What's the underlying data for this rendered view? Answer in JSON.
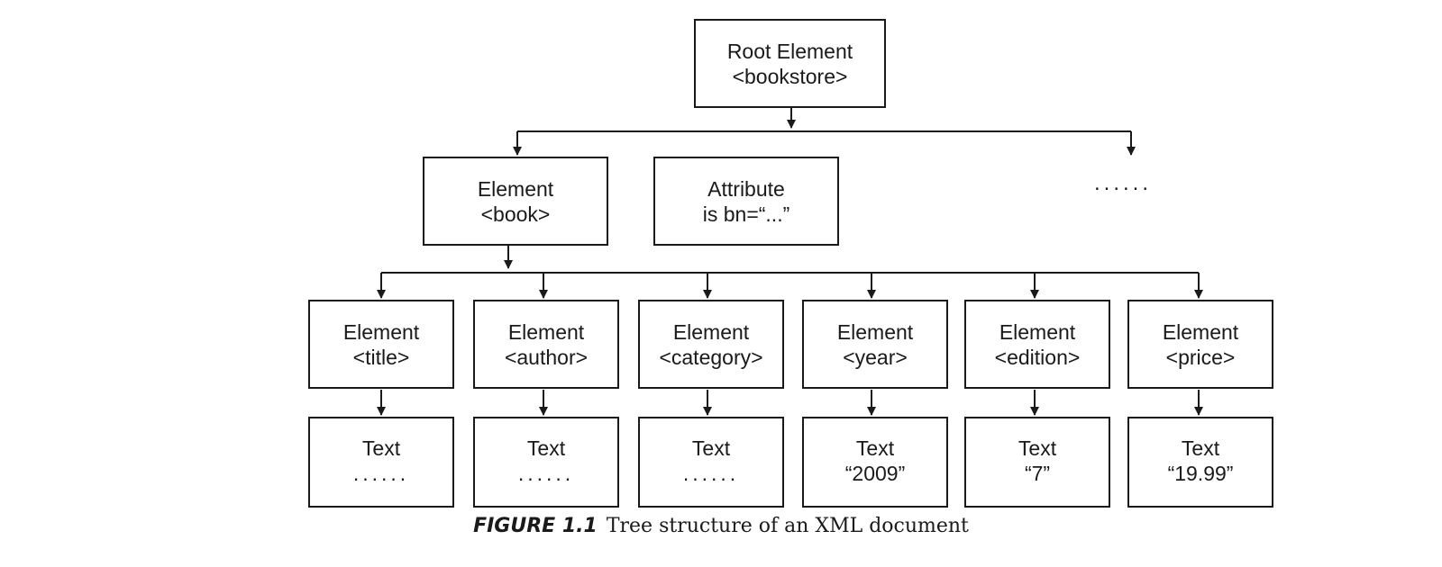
{
  "root": {
    "line1": "Root Element",
    "line2": "<bookstore>"
  },
  "level2": [
    {
      "line1": "Element",
      "line2": "<book>"
    },
    {
      "line1": "Attribute",
      "line2": "is bn=“...”"
    }
  ],
  "more_children": "......",
  "elements": [
    {
      "line1": "Element",
      "line2": "<title>"
    },
    {
      "line1": "Element",
      "line2": "<author>"
    },
    {
      "line1": "Element",
      "line2": "<category>"
    },
    {
      "line1": "Element",
      "line2": "<year>"
    },
    {
      "line1": "Element",
      "line2": "<edition>"
    },
    {
      "line1": "Element",
      "line2": "<price>"
    }
  ],
  "texts": [
    {
      "line1": "Text",
      "line2": "......"
    },
    {
      "line1": "Text",
      "line2": "......"
    },
    {
      "line1": "Text",
      "line2": "......"
    },
    {
      "line1": "Text",
      "line2": "“2009”"
    },
    {
      "line1": "Text",
      "line2": "“7”"
    },
    {
      "line1": "Text",
      "line2": "“19.99”"
    }
  ],
  "caption": {
    "number": "FIGURE 1.1",
    "text": "Tree structure of an XML document"
  }
}
